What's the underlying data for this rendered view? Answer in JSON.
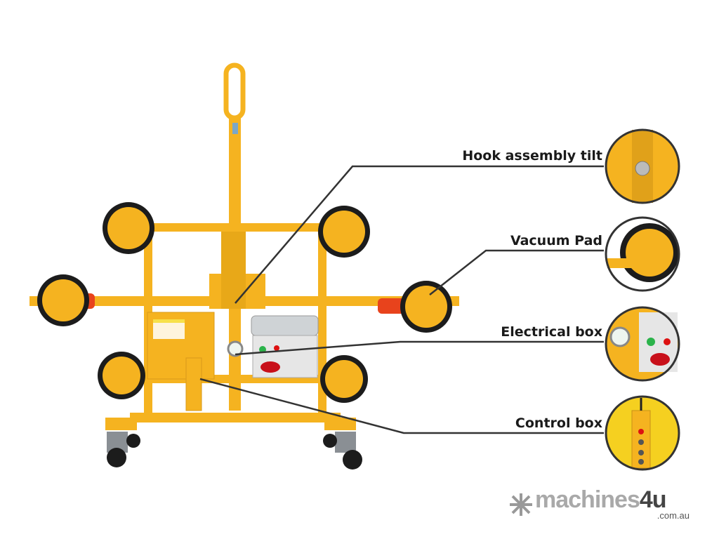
{
  "callouts": [
    {
      "label": "Hook assembly tilt"
    },
    {
      "label": "Vacuum Pad"
    },
    {
      "label": "Electrical box"
    },
    {
      "label": "Control box"
    }
  ],
  "logo": {
    "name": "machines",
    "accent": "4u",
    "domain": ".com.au"
  },
  "colors": {
    "frame": "#f5b320",
    "frame_dark": "#d9981a",
    "pad": "#1c1c1c",
    "hose": "#e8431c",
    "line": "#333333"
  }
}
